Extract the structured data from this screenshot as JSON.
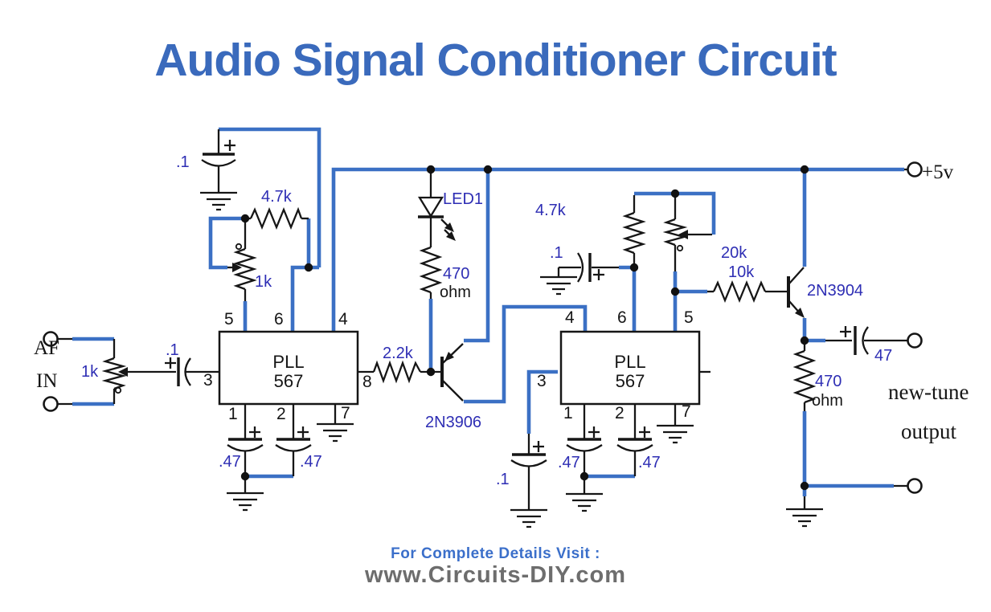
{
  "title": "Audio Signal Conditioner Circuit",
  "footer": {
    "visit": "For Complete Details Visit :",
    "site": "www.Circuits-DIY.com"
  },
  "colors": {
    "title_blue": "#3a6abc",
    "footer_blue": "#3b6fca",
    "footer_gray": "#6d6d6d",
    "wire_blue": "#3b70c4",
    "label_navy": "#2e2eb4",
    "ink": "#161616"
  },
  "schematic": {
    "supply": "+5v",
    "input": {
      "af": "AF",
      "in": "IN",
      "pot": "1k",
      "cap": ".1"
    },
    "pll1": {
      "name1": "PLL",
      "name2": "567",
      "pin5": "5",
      "pin6": "6",
      "pin4": "4",
      "pin3": "3",
      "pin8": "8",
      "pin1": "1",
      "pin2": "2",
      "pin7": "7",
      "top_cap": ".1",
      "r_feedback": "4.7k",
      "pot_feedback": "1k",
      "c_filter1": ".47",
      "c_filter2": ".47"
    },
    "led_branch": {
      "led": "LED1",
      "r_value": "470",
      "r_unit": "ohm"
    },
    "q1": {
      "r_base": "2.2k",
      "name": "2N3906"
    },
    "pll2": {
      "name1": "PLL",
      "name2": "567",
      "pin4": "4",
      "pin6": "6",
      "pin5": "5",
      "pin3": "3",
      "pin1": "1",
      "pin2": "2",
      "pin7": "7",
      "bypass_cap": ".1",
      "r_feedback": "4.7k",
      "pot_feedback": "20k",
      "input_cap": ".1",
      "c_filter1": ".47",
      "c_filter2": ".47"
    },
    "q2": {
      "r_base": "10k",
      "name": "2N3904",
      "out_cap": "47",
      "r_emitter": "470",
      "r_emitter_unit": "ohm"
    },
    "output": {
      "line1": "new-tune",
      "line2": "output"
    }
  }
}
